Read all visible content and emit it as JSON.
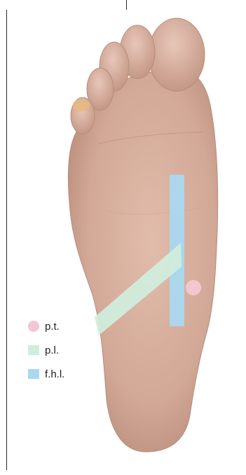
{
  "legend": [
    {
      "label": "p.t.",
      "color": "#f4c6d2",
      "shape": "dot"
    },
    {
      "label": "p.l.",
      "color": "#cfeedd",
      "shape": "rect"
    },
    {
      "label": "f.h.l.",
      "color": "#a9d8ef",
      "shape": "rect"
    }
  ],
  "colors": {
    "skin": "#d5ab9a",
    "skin_shadow": "#b98d7c",
    "skin_highlight": "#e8c6b6",
    "nail": "#e7b97e"
  }
}
